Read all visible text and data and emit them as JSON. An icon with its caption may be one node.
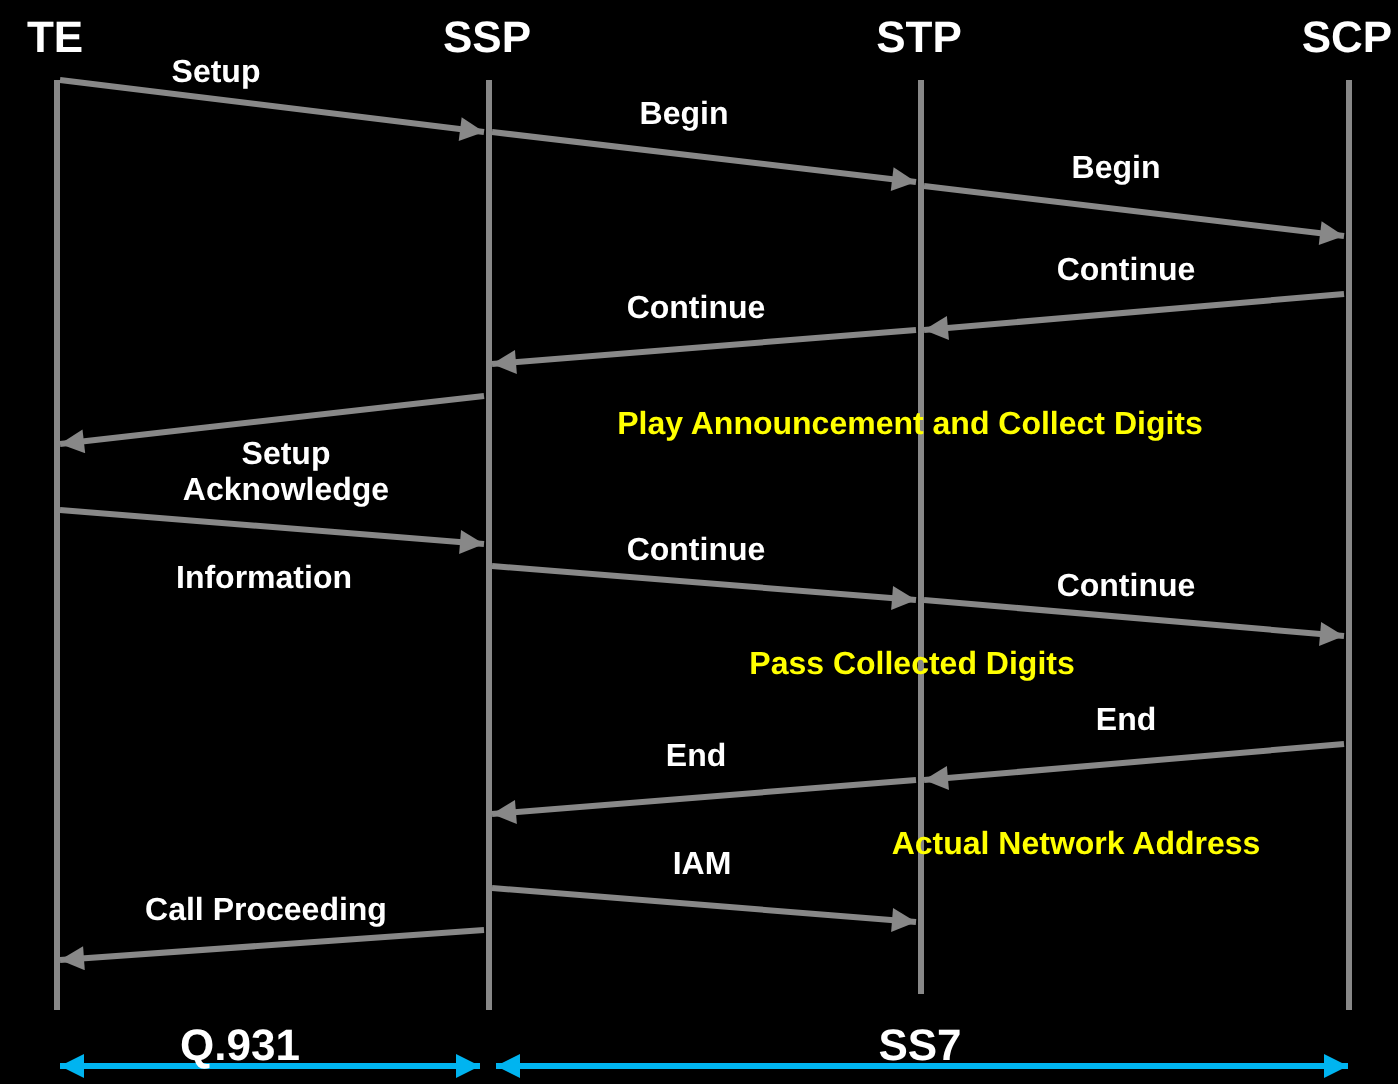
{
  "diagram": {
    "nodes": [
      {
        "text": [
          "TE"
        ]
      },
      {
        "text": [
          "SSP"
        ]
      },
      {
        "text": [
          "STP"
        ]
      },
      {
        "text": [
          "SCP"
        ]
      }
    ],
    "edges": [
      {
        "from": 0,
        "to": 1,
        "arrow": "to",
        "label": "Setup"
      },
      {
        "from": 1,
        "to": 2,
        "arrow": "to",
        "label": "Begin"
      },
      {
        "from": 2,
        "to": 3,
        "arrow": "to",
        "label": "Begin"
      },
      {
        "from": 3,
        "to": 2,
        "arrow": "to",
        "label": "Continue"
      },
      {
        "from": 2,
        "to": 1,
        "arrow": "to",
        "label": "Continue"
      },
      {
        "from": 1,
        "to": 0,
        "arrow": "to",
        "label": "Setup Acknowledge"
      },
      {
        "from": 0,
        "to": 1,
        "arrow": "to",
        "label": "Information"
      },
      {
        "from": 1,
        "to": 2,
        "arrow": "to",
        "label": "Continue"
      },
      {
        "from": 2,
        "to": 3,
        "arrow": "to",
        "label": "Continue"
      },
      {
        "from": 3,
        "to": 2,
        "arrow": "to",
        "label": "End"
      },
      {
        "from": 2,
        "to": 1,
        "arrow": "to",
        "label": "End"
      },
      {
        "from": 1,
        "to": 2,
        "arrow": "to",
        "label": "IAM"
      },
      {
        "from": 1,
        "to": 0,
        "arrow": "to",
        "label": "Call Proceeding"
      }
    ],
    "labels": [
      "Play Announcement and Collect Digits",
      "Pass Collected Digits",
      "Actual Network Address",
      "Q.931",
      "SS7"
    ]
  }
}
